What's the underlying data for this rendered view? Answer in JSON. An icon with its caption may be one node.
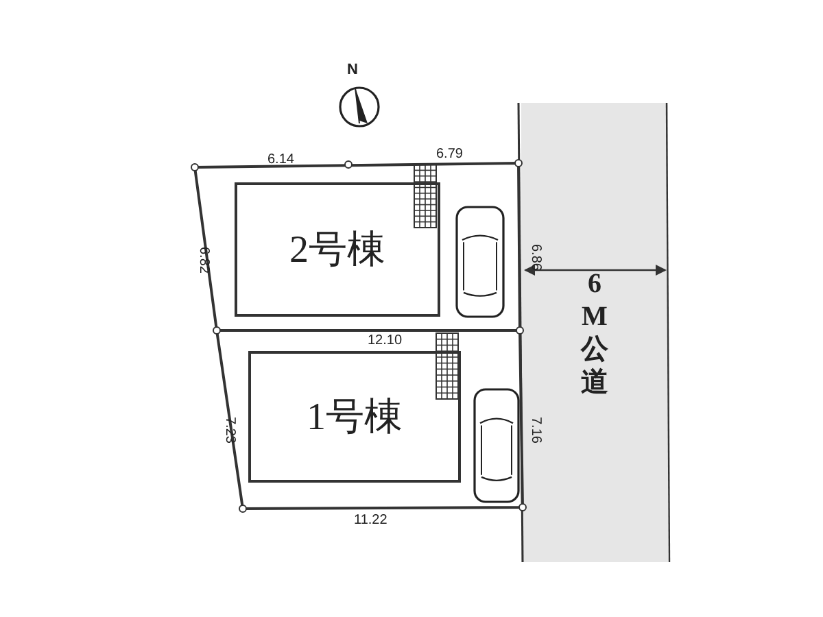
{
  "diagram": {
    "nodes": [
      {
        "text": [
          "2号棟"
        ]
      },
      {
        "text": [
          "1号棟"
        ]
      },
      {
        "text": [
          "6M公道"
        ]
      }
    ],
    "labels": [
      "N",
      "6.14",
      "6.79",
      "6.82",
      "6.86",
      "12.10",
      "7.23",
      "7.16",
      "11.22"
    ]
  }
}
